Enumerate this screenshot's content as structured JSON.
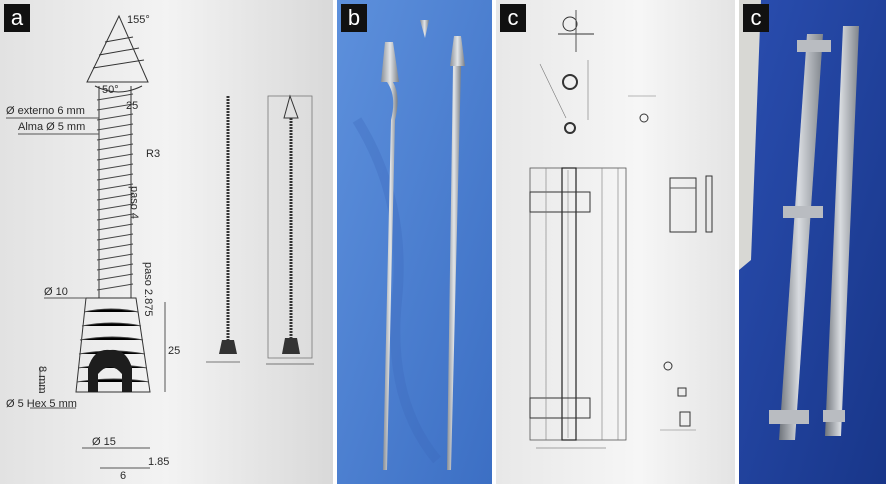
{
  "panels": [
    {
      "tag": "a"
    },
    {
      "tag": "b"
    },
    {
      "tag": "c"
    },
    {
      "tag": "c"
    }
  ],
  "drawing_a": {
    "angle_top": "155°",
    "angle_tip": "50°",
    "dim_25": "25",
    "ext_diameter": "Ø externo 6 mm",
    "core_diameter": "Alma Ø 5 mm",
    "radius": "R3",
    "pitch": "paso 4",
    "pitch_cone": "paso 2.875",
    "dia_10": "Ø 10",
    "dim_25b": "25",
    "dim_8mm": "8 mm",
    "hex": "Ø 5 Hex 5 mm",
    "dia_15": "Ø 15",
    "dim_185": "1.85",
    "dim_6": "6"
  }
}
